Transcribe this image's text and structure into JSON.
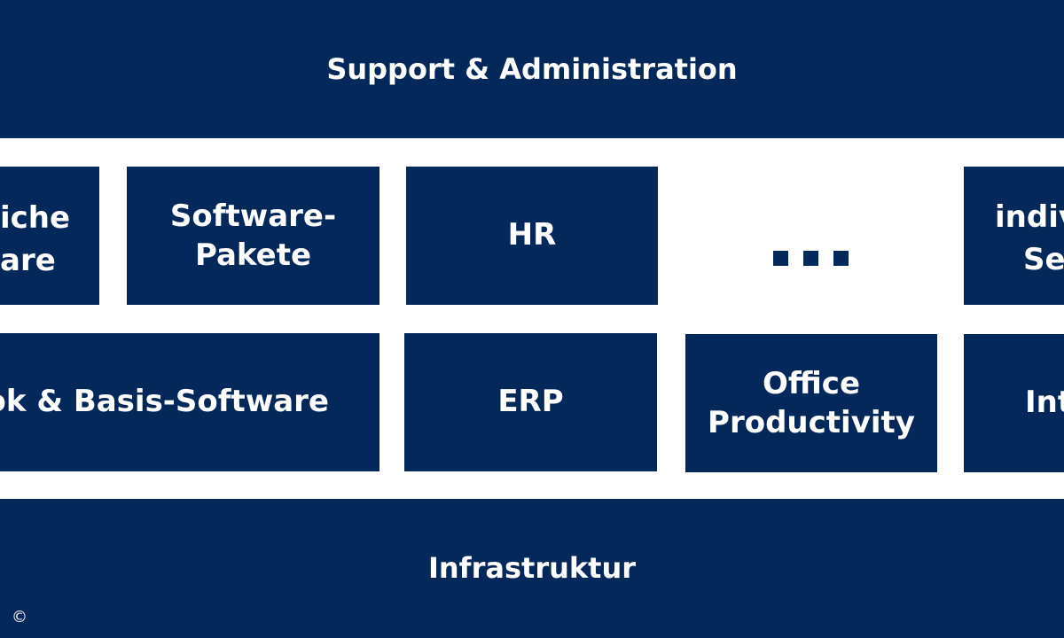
{
  "diagram": {
    "top_banner": {
      "label": "Support & Administration"
    },
    "row1": [
      {
        "line1": "iche",
        "line2": "are"
      },
      {
        "line1": "Software-",
        "line2": "Pakete"
      },
      {
        "label": "HR"
      },
      {
        "label": "..."
      },
      {
        "line1": "indiv",
        "line2": "Se"
      }
    ],
    "row2": [
      {
        "label": "ook & Basis-Software"
      },
      {
        "label": "ERP"
      },
      {
        "line1": "Office",
        "line2": "Productivity"
      },
      {
        "label": "Int"
      }
    ],
    "bottom_banner": {
      "label": "Infrastruktur"
    },
    "copyright_symbol": "©",
    "colors": {
      "block": "#05285a",
      "text": "#ffffff",
      "background": "#ffffff"
    }
  }
}
